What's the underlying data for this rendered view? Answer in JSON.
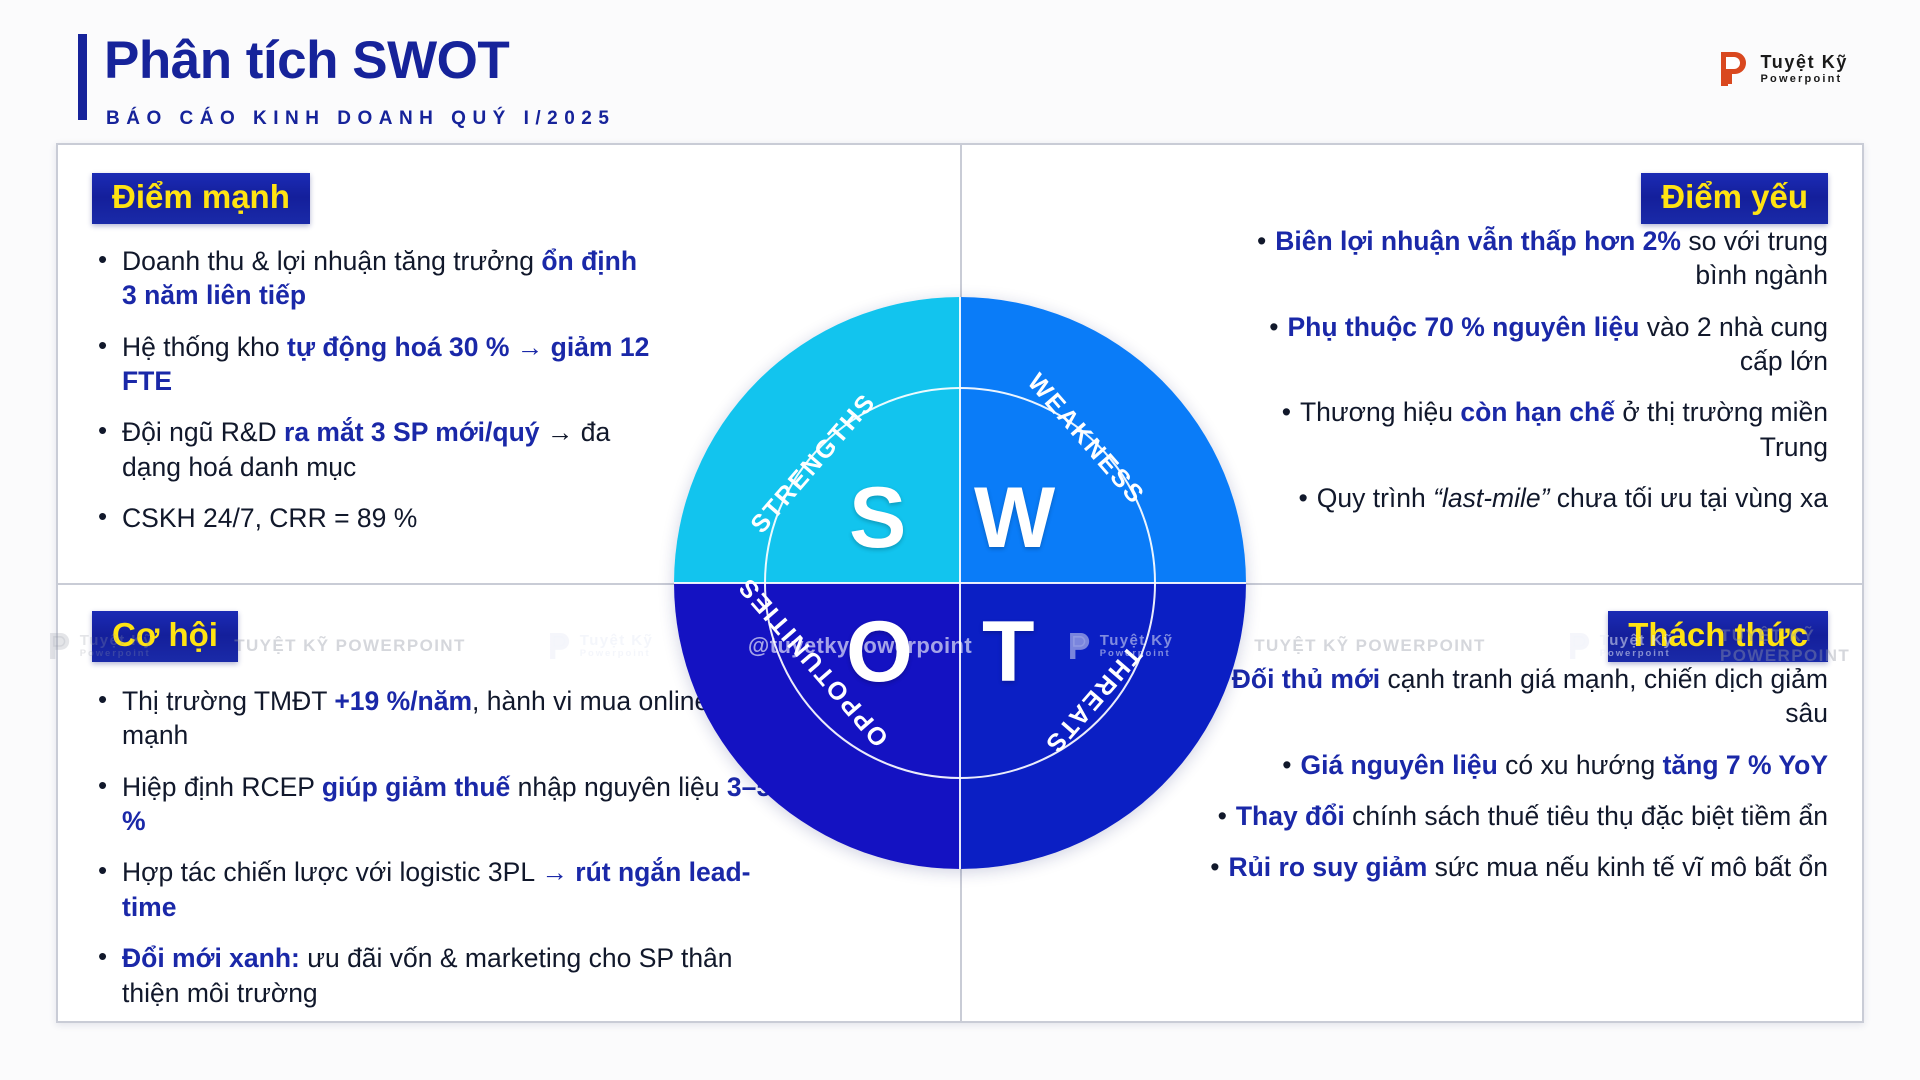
{
  "header": {
    "title": "Phân tích SWOT",
    "subtitle": "BÁO CÁO KINH DOANH QUÝ I/2025",
    "logo": {
      "name": "Tuyệt Kỹ",
      "sub": "Powerpoint",
      "mark_color": "#d9481f"
    }
  },
  "colors": {
    "brand_navy": "#16239a",
    "badge_bg": "#141f9b",
    "badge_text": "#ffe312",
    "bullet_text": "#11182b",
    "bullet_highlight": "#1a28a8",
    "sector_strengths": "#12c4ee",
    "sector_weakness": "#0a7cf8",
    "sector_opportunities": "#1412c2",
    "sector_threats": "#0b1fc4"
  },
  "circle": {
    "letters": {
      "s": "S",
      "w": "W",
      "o": "O",
      "t": "T"
    },
    "arcs": {
      "strengths": "STRENGTHS",
      "weakness": "WEAKNESS",
      "opportunities": "OPPOTUNITIES",
      "threats": "THREATS"
    }
  },
  "quadrants": {
    "strengths": {
      "badge": "Điểm mạnh",
      "bullets": [
        {
          "html": "Doanh thu &amp; lợi nhuận tăng trưởng <b>ổn định 3 năm liên tiếp</b>"
        },
        {
          "html": "Hệ thống kho <b>tự động hoá 30 %</b> <b>→ giảm 12 FTE</b>"
        },
        {
          "html": "Đội ngũ R&amp;D <b>ra mắt 3 SP mới/quý</b> → đa dạng hoá danh mục"
        },
        {
          "html": "CSKH 24/7, CRR = 89 %"
        }
      ]
    },
    "weakness": {
      "badge": "Điểm yếu",
      "bullets": [
        {
          "html": "<b>Biên lợi nhuận vẫn thấp hơn 2%</b> so với trung bình ngành"
        },
        {
          "html": "<b>Phụ thuộc 70 % nguyên liệu</b> vào 2 nhà cung cấp lớn"
        },
        {
          "html": "Thương hiệu <b>còn hạn chế</b> ở thị trường miền Trung"
        },
        {
          "html": "Quy trình <i>“last-mile”</i> chưa tối ưu tại vùng xa"
        }
      ]
    },
    "opportunities": {
      "badge": "Cơ hội",
      "bullets": [
        {
          "html": "Thị trường TMĐT <b>+19 %/năm</b>, hành vi mua online tăng mạnh"
        },
        {
          "html": "Hiệp định RCEP <b>giúp giảm thuế</b> nhập nguyên liệu <b>3–5 %</b>"
        },
        {
          "html": "Hợp tác chiến lược với logistic 3PL <b>→ rút ngắn lead-time</b>"
        },
        {
          "html": "<b>Đổi mới xanh:</b> ưu đãi vốn &amp; marketing cho SP thân thiện môi trường"
        }
      ]
    },
    "threats": {
      "badge": "Thách thức",
      "bullets": [
        {
          "html": "<b>Đối thủ mới</b> cạnh tranh giá mạnh, chiến dịch giảm sâu"
        },
        {
          "html": "<b>Giá nguyên liệu</b> có xu hướng <b>tăng 7 % YoY</b>"
        },
        {
          "html": "<b>Thay đổi</b> chính sách thuế tiêu thụ đặc biệt tiềm ẩn"
        },
        {
          "html": "<b>Rủi ro suy giảm</b> sức mua nếu kinh tế vĩ mô bất ổn"
        }
      ]
    }
  },
  "watermarks": {
    "word": "TUYỆT KỸ POWERPOINT",
    "handle": "@tuyetkypowerpoint",
    "logo_name": "Tuyệt Kỹ",
    "logo_sub": "Powerpoint"
  }
}
